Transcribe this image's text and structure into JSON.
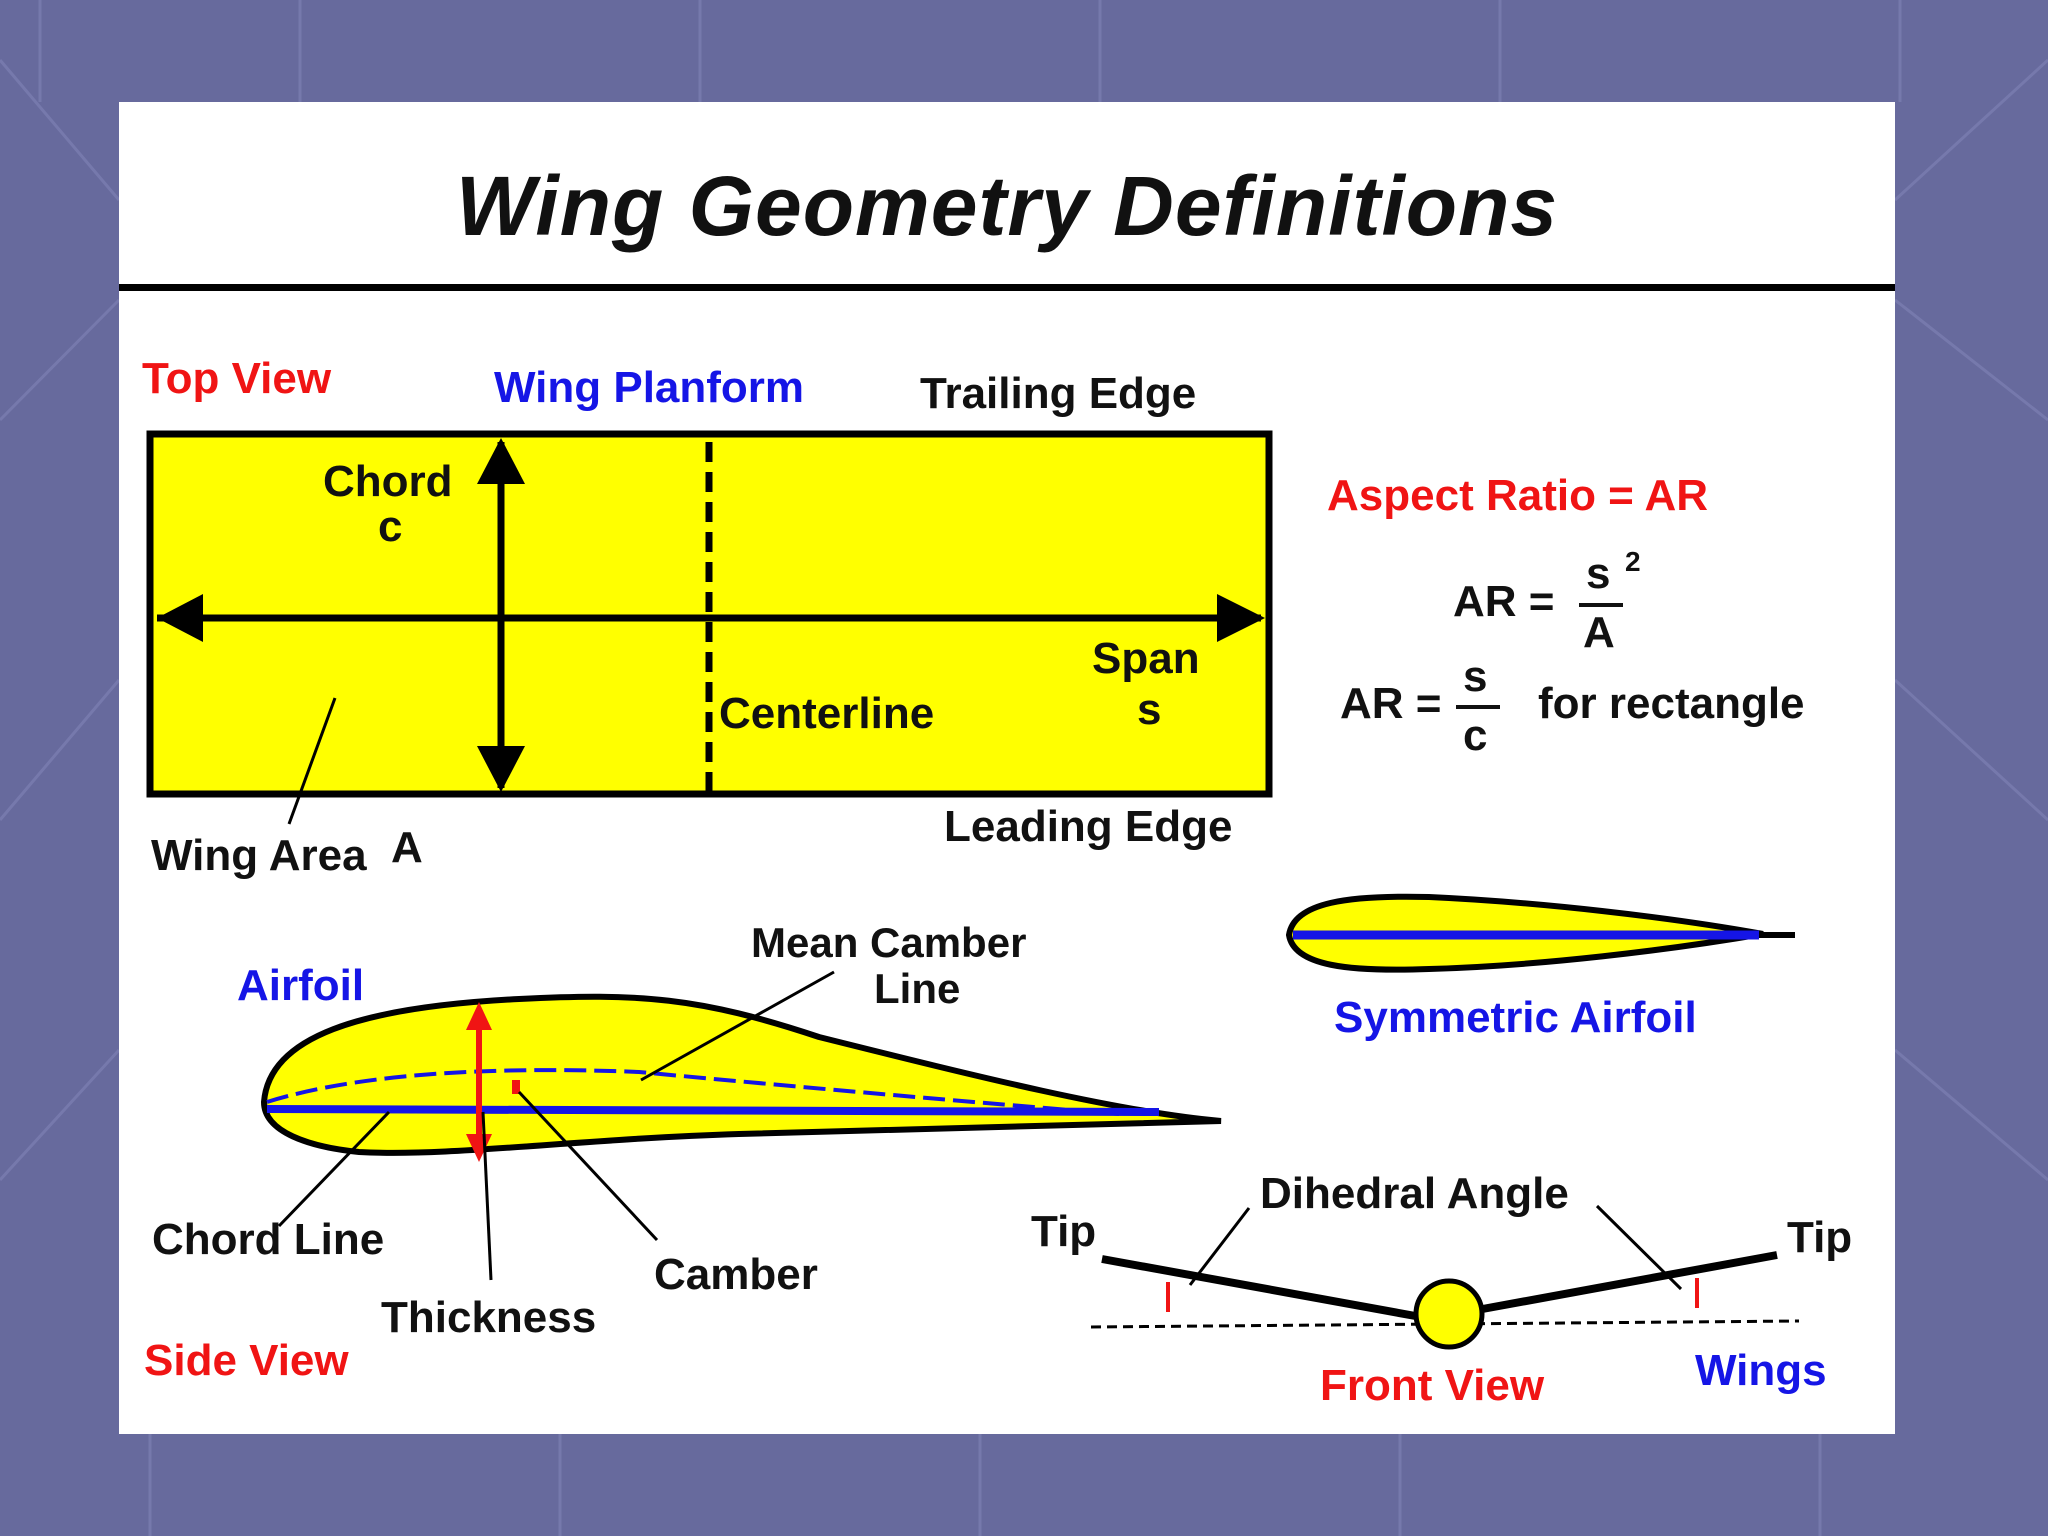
{
  "title": "Wing Geometry Definitions",
  "colors": {
    "background": "#676a9d",
    "panel": "#ffffff",
    "wing_fill": "#ffff00",
    "label_red": "#f01414",
    "label_blue": "#1515e6",
    "chord_line": "#1515e6",
    "thickness_arrow": "#f01414"
  },
  "top_view": {
    "view_label": "Top View",
    "planform_label": "Wing Planform",
    "trailing_edge": "Trailing Edge",
    "leading_edge": "Leading Edge",
    "chord_label": "Chord",
    "chord_symbol": "c",
    "centerline": "Centerline",
    "span_label": "Span",
    "span_symbol": "s",
    "wing_area_label": "Wing Area",
    "wing_area_symbol": "A"
  },
  "aspect_ratio": {
    "heading": "Aspect Ratio = AR",
    "eq1_lhs": "AR =",
    "eq1_num": "s",
    "eq1_exp": "2",
    "eq1_den": "A",
    "eq2_lhs": "AR =",
    "eq2_num": "s",
    "eq2_den": "c",
    "eq2_note": "for rectangle"
  },
  "side_view": {
    "airfoil_label": "Airfoil",
    "mean_camber_line": "Mean Camber",
    "mean_camber_line_2": "Line",
    "chord_line": "Chord Line",
    "thickness": "Thickness",
    "camber": "Camber",
    "view_label": "Side View"
  },
  "symmetric": {
    "label": "Symmetric Airfoil"
  },
  "front_view": {
    "dihedral_angle": "Dihedral Angle",
    "tip_left": "Tip",
    "tip_right": "Tip",
    "view_label": "Front View",
    "wings_label": "Wings"
  }
}
